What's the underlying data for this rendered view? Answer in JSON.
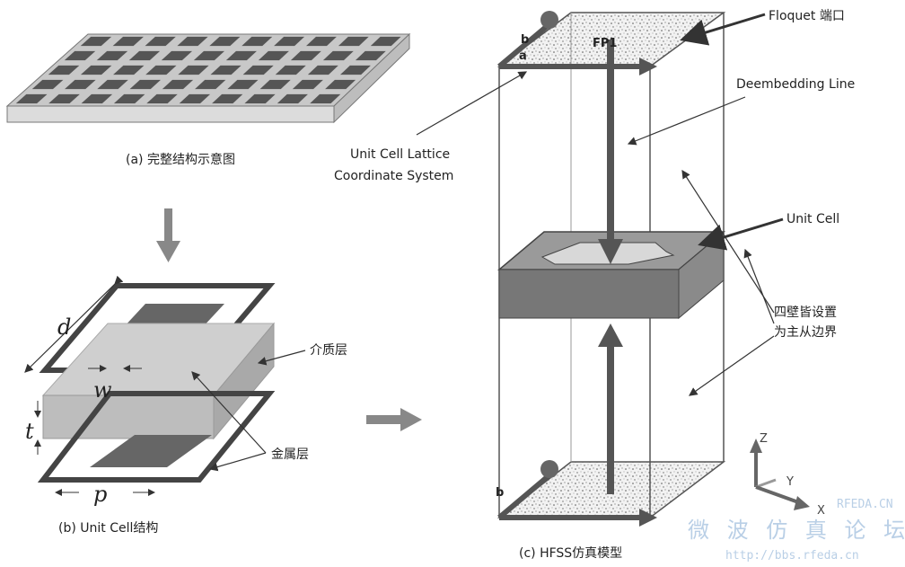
{
  "panel_a": {
    "caption": "(a) 完整结构示意图"
  },
  "panel_b": {
    "caption": "(b) Unit Cell结构",
    "labels": {
      "d": "d",
      "w": "w",
      "t": "t",
      "p": "p",
      "dielectric": "介质层",
      "metal": "金属层"
    }
  },
  "panel_c": {
    "caption": "(c) HFSS仿真模型",
    "labels": {
      "floquet": "Floquet 端口",
      "deembedding": "Deembedding Line",
      "lattice": [
        "Unit Cell Lattice",
        "Coordinate System"
      ],
      "unit_cell": "Unit Cell",
      "boundary": [
        "四壁皆设置",
        "为主从边界"
      ],
      "fp1": "FP1",
      "b_top": "b",
      "a_top": "a",
      "b_bottom": "b"
    },
    "axes": {
      "z": "Z",
      "y": "Y",
      "x": "X"
    }
  },
  "watermark": {
    "site": "RFEDA.CN",
    "forum": "微 波 仿 真 论 坛",
    "url": "http://bbs.rfeda.cn"
  }
}
